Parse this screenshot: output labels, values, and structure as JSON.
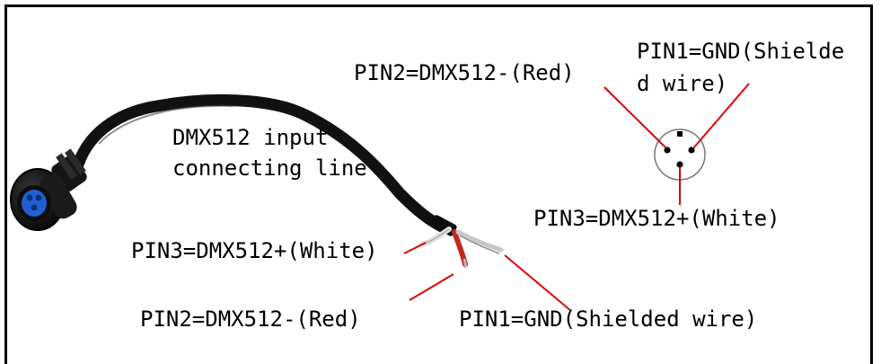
{
  "colors": {
    "frame": "#000000",
    "leader_line": "#e00000",
    "cable": "#111111",
    "connector": "#1a1a1a",
    "socket_blue": "#1f5fd1",
    "wire_white": "#e6e6e6",
    "wire_red": "#c22a1e",
    "shield_wire": "#bdbdbd"
  },
  "icons": {
    "connector": "female-xlr-waterproof-connector",
    "pin_diagram": "3-pin-socket-circle"
  },
  "labels": {
    "cable_title_line1": "DMX512 input",
    "cable_title_line2": "connecting line",
    "pin_diagram_pin2": "PIN2=DMX512-(Red)",
    "pin_diagram_pin1_line1": "PIN1=GND(Shielde",
    "pin_diagram_pin1_line2": "d wire)",
    "pin_diagram_pin3": "PIN3=DMX512+(White)",
    "wire_pin3": "PIN3=DMX512+(White)",
    "wire_pin2": "PIN2=DMX512-(Red)",
    "wire_pin1": "PIN1=GND(Shielded wire)"
  }
}
